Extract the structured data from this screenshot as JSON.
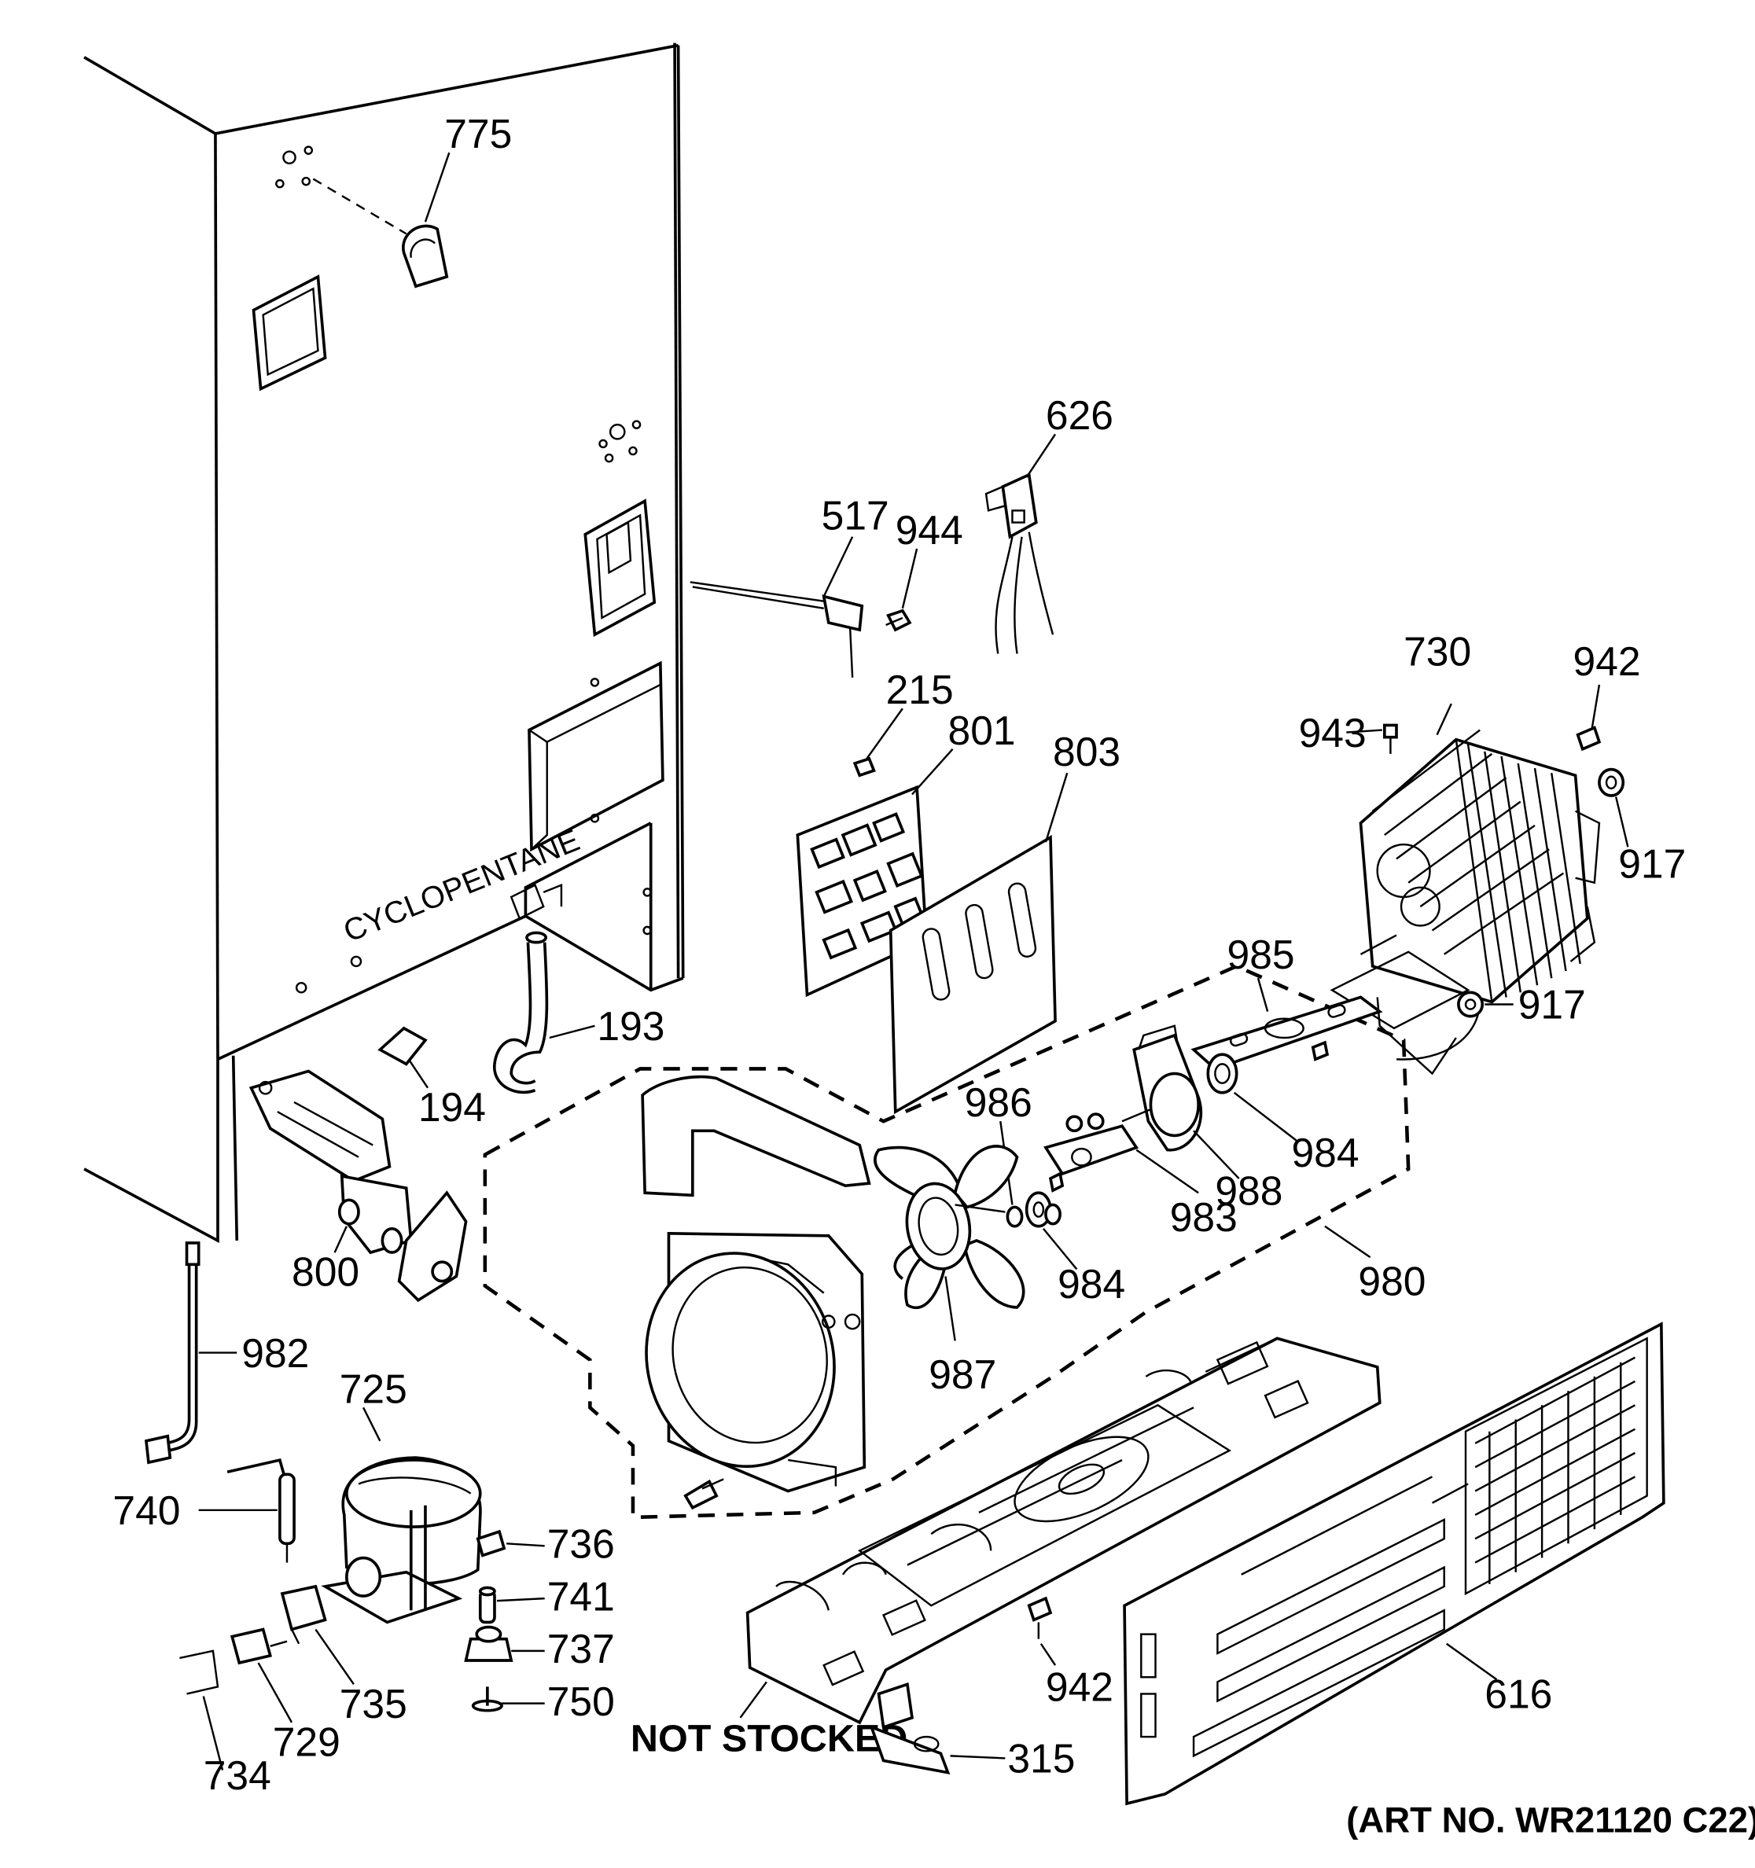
{
  "cabinet_text": "CYCLOPENTANE",
  "labels": {
    "p775": "775",
    "p626": "626",
    "p517": "517",
    "p944": "944",
    "p215": "215",
    "p801": "801",
    "p803": "803",
    "p730": "730",
    "p942a": "942",
    "p943": "943",
    "p917a": "917",
    "p917b": "917",
    "p985": "985",
    "p193": "193",
    "p194": "194",
    "p986": "986",
    "p984a": "984",
    "p984b": "984",
    "p988": "988",
    "p983": "983",
    "p980": "980",
    "p800": "800",
    "p982": "982",
    "p987": "987",
    "p725": "725",
    "p740": "740",
    "p736": "736",
    "p741": "741",
    "p737": "737",
    "p735": "735",
    "p750": "750",
    "p729": "729",
    "p734": "734",
    "p942b": "942",
    "p616": "616",
    "p315": "315"
  },
  "not_stocked": "NOT STOCKED",
  "art_no": "(ART NO. WR21120 C22)"
}
